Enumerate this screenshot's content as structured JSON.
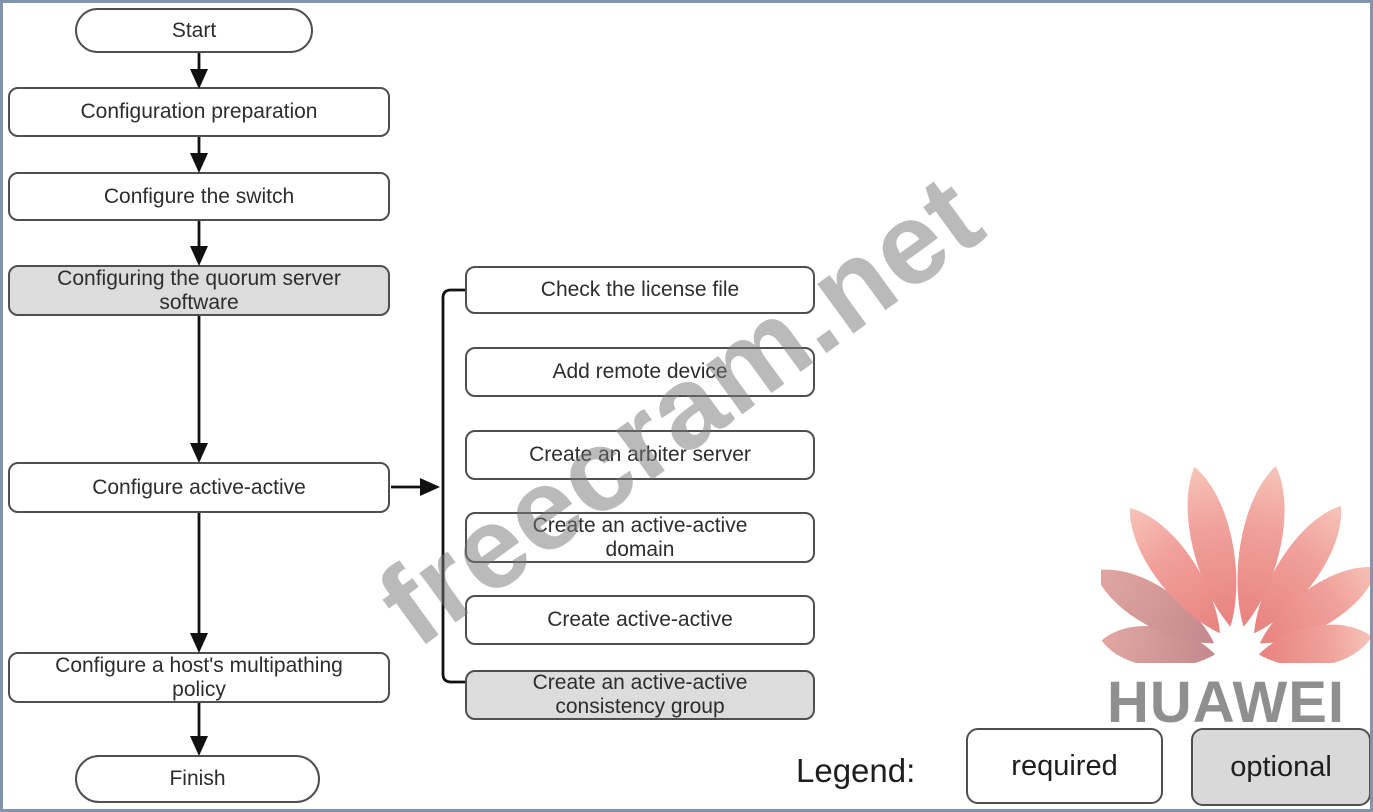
{
  "watermark": "freecram.net",
  "brand": {
    "name": "HUAWEI",
    "logo_icon": "huawei-flower-icon",
    "text_color": "#8f8f8f",
    "petal_color_main": "#ee928e",
    "petal_color_muted": "#c98d8d"
  },
  "colors": {
    "required_fill": "#ffffff",
    "optional_fill": "#dcdcdc",
    "node_border": "#4f4f4f",
    "page_border": "#8294ab",
    "connector": "#111111"
  },
  "flow": {
    "start": {
      "label": "Start",
      "type": "terminator"
    },
    "finish": {
      "label": "Finish",
      "type": "terminator"
    },
    "main_steps": [
      {
        "label": "Configuration preparation",
        "type": "required"
      },
      {
        "label": "Configure the switch",
        "type": "required"
      },
      {
        "label": "Configuring the quorum server software",
        "type": "optional"
      },
      {
        "label": "Configure active-active",
        "type": "required"
      },
      {
        "label": "Configure a host's multipathing policy",
        "type": "required"
      }
    ],
    "substeps": [
      {
        "label": "Check the license file",
        "type": "required"
      },
      {
        "label": "Add remote device",
        "type": "required"
      },
      {
        "label": "Create an arbiter server",
        "type": "required"
      },
      {
        "label": "Create an active-active domain",
        "type": "required"
      },
      {
        "label": "Create active-active",
        "type": "required"
      },
      {
        "label": "Create an active-active consistency group",
        "type": "optional"
      }
    ]
  },
  "legend": {
    "label": "Legend:",
    "items": [
      {
        "label": "required",
        "type": "required"
      },
      {
        "label": "optional",
        "type": "optional"
      }
    ]
  }
}
